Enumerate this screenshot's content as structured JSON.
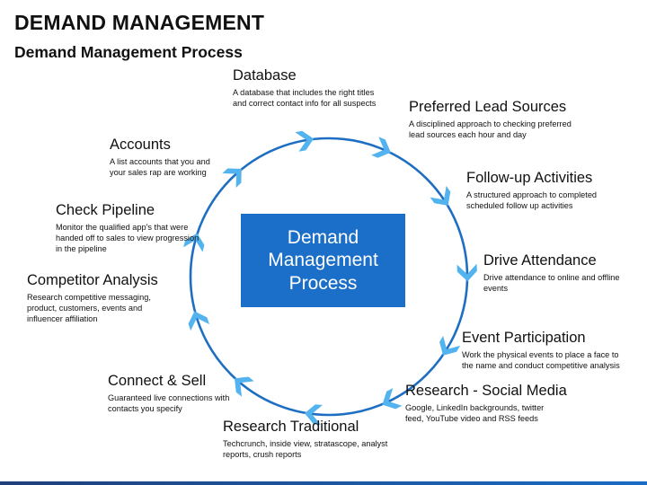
{
  "header": {
    "title": "DEMAND MANAGEMENT",
    "subtitle": "Demand Management Process"
  },
  "center": {
    "label": "Demand\nManagement\nProcess"
  },
  "colors": {
    "ring": "#1e6fc3",
    "chevron": "#52b3ef",
    "center_box": "#1c6fc8"
  },
  "steps": [
    {
      "title": "Database",
      "desc": "A database that includes the right titles and correct contact info for all suspects"
    },
    {
      "title": "Preferred Lead Sources",
      "desc": "A disciplined approach to checking preferred lead sources each hour and day"
    },
    {
      "title": "Follow-up Activities",
      "desc": "A structured approach to completed scheduled follow up activities"
    },
    {
      "title": "Drive Attendance",
      "desc": "Drive attendance to online and offline events"
    },
    {
      "title": "Event Participation",
      "desc": "Work the physical events to place a face to the name and conduct competitive analysis"
    },
    {
      "title": "Research - Social Media",
      "desc": "Google, LinkedIn backgrounds, twitter feed, YouTube video and RSS feeds"
    },
    {
      "title": "Research Traditional",
      "desc": "Techcrunch, inside view, stratascope, analyst reports, crush reports"
    },
    {
      "title": "Connect & Sell",
      "desc": "Guaranteed live connections with contacts you specify"
    },
    {
      "title": "Competitor Analysis",
      "desc": "Research competitive messaging, product, customers, events and influencer affiliation"
    },
    {
      "title": "Check Pipeline",
      "desc": "Monitor the qualified app's that were handed off to sales to view progression in the pipeline"
    },
    {
      "title": "Accounts",
      "desc": "A list accounts that you and your sales rap are working"
    }
  ]
}
